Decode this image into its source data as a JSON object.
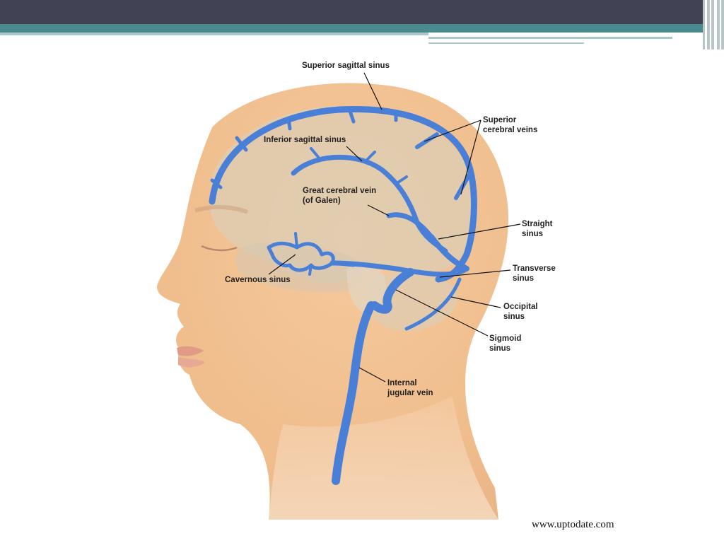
{
  "labels": {
    "superior_sagittal": "Superior sagittal sinus",
    "superior_cerebral_veins": "Superior\ncerebral veins",
    "inferior_sagittal": "Inferior sagittal sinus",
    "great_cerebral_vein": "Great cerebral vein\n(of Galen)",
    "straight_sinus": "Straight\nsinus",
    "transverse_sinus": "Transverse\nsinus",
    "cavernous_sinus": "Cavernous sinus",
    "occipital_sinus": "Occipital\nsinus",
    "sigmoid_sinus": "Sigmoid\nsinus",
    "internal_jugular": "Internal\njugular vein"
  },
  "source": "www.uptodate.com",
  "colors": {
    "header_dark": "#414254",
    "header_teal": "#4a8a8e",
    "skin": "#f2c9a2",
    "brain": "#d9cdb8",
    "vessel": "#4a7fd8"
  }
}
